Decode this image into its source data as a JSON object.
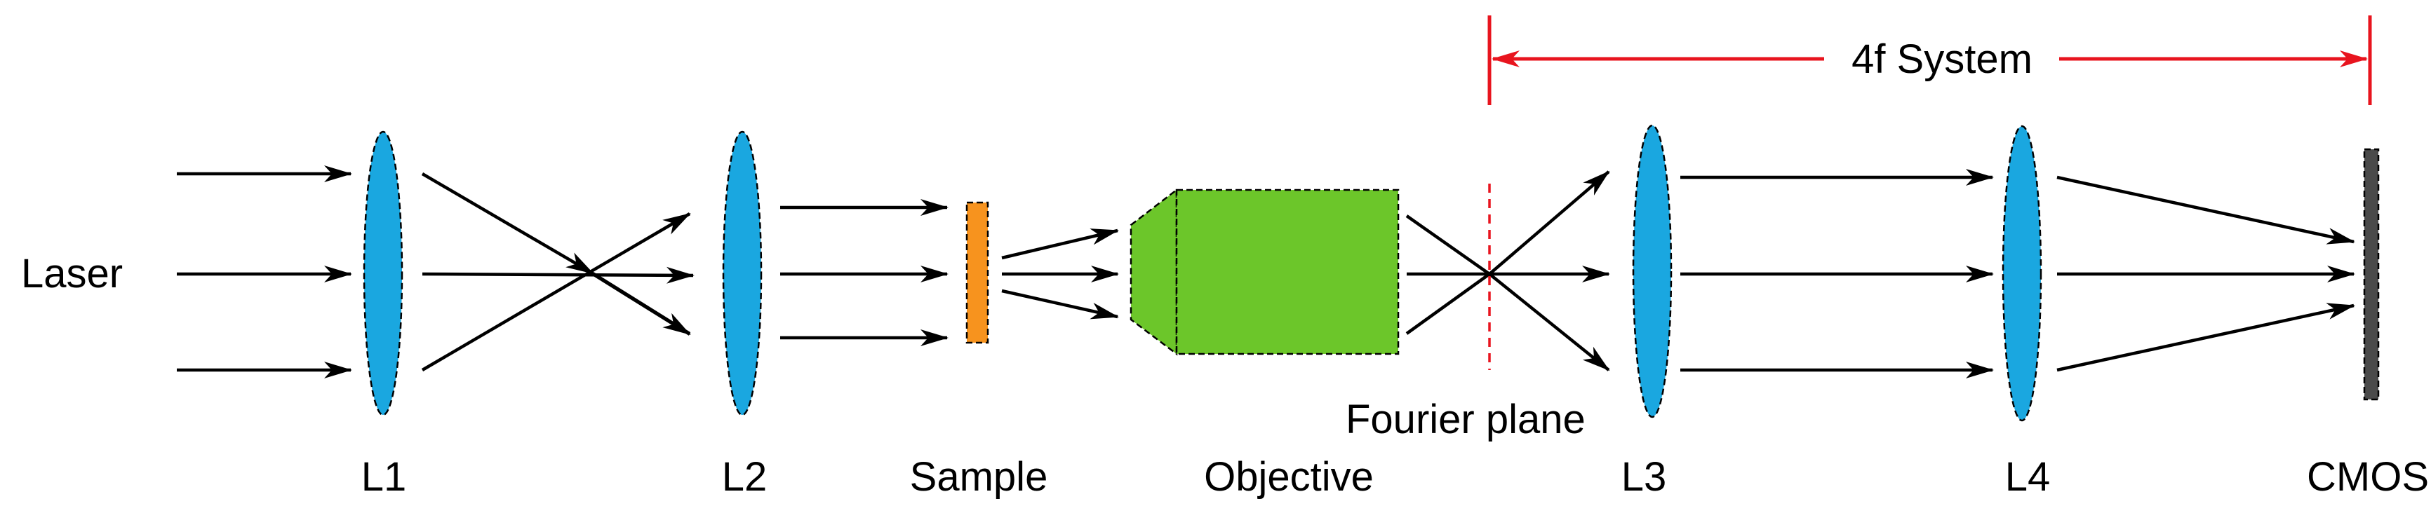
{
  "labels": {
    "laser": "Laser",
    "l1": "L1",
    "l2": "L2",
    "sample": "Sample",
    "objective": "Objective",
    "fourier_plane": "Fourier plane",
    "l3": "L3",
    "l4": "L4",
    "cmos": "CMOS",
    "four_f_system": "4f System"
  },
  "colors": {
    "lens": "#1aa7e0",
    "sample": "#f7931e",
    "objective": "#6cc62a",
    "camera": "#4a4a4a",
    "accent": "#e8141e",
    "ray": "#000000"
  },
  "icons": {
    "lens": "biconvex-lens-icon",
    "sample": "sample-slide-icon",
    "objective": "objective-icon",
    "camera": "cmos-sensor-icon"
  }
}
